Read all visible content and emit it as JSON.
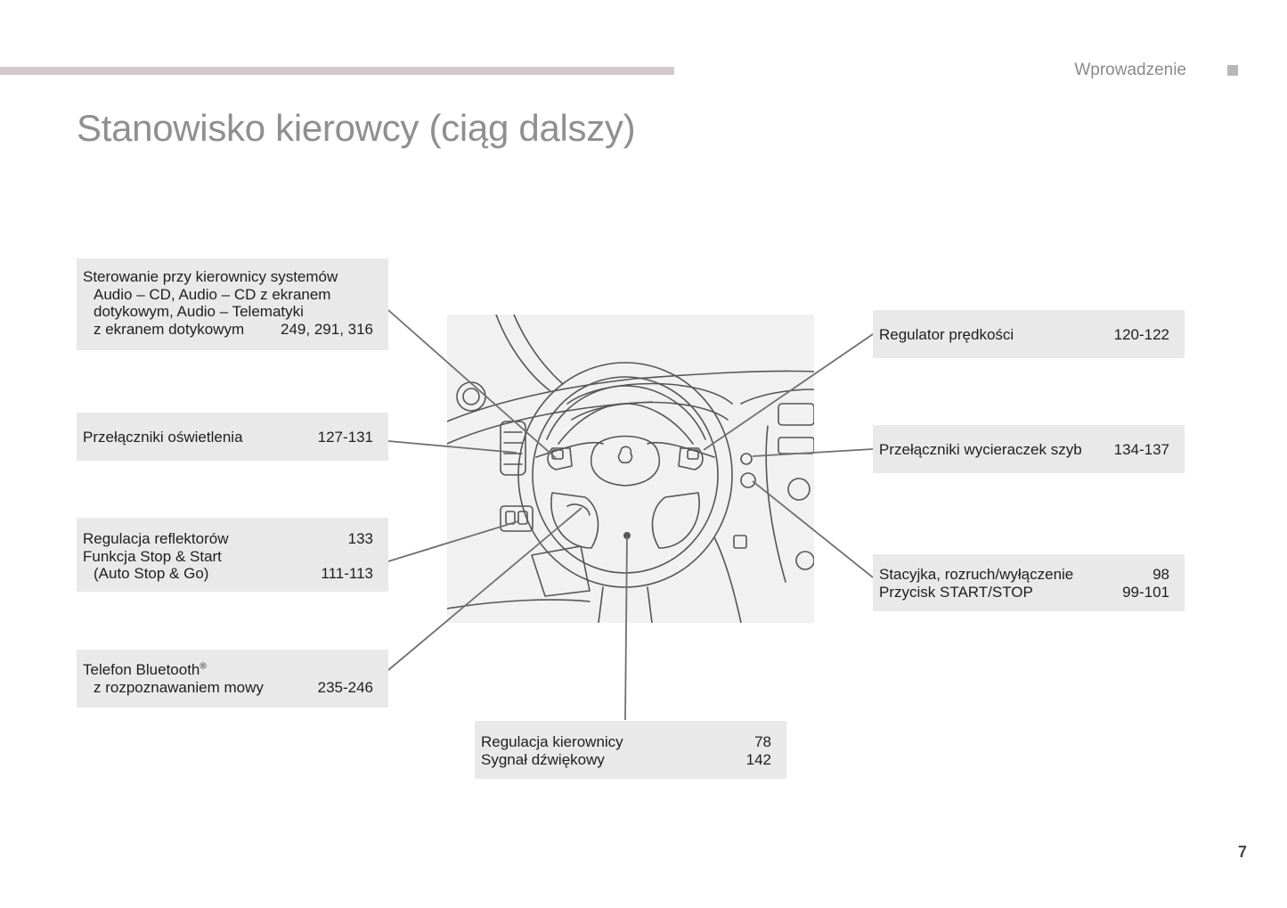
{
  "header": {
    "section": "Wprowadzenie"
  },
  "title": "Stanowisko kierowcy (ciąg dalszy)",
  "callouts": {
    "audio": {
      "line1": "Sterowanie przy kierownicy systemów",
      "line2": "Audio – CD, Audio – CD z ekranem",
      "line3": "dotykowym, Audio – Telematyki",
      "line4": "z ekranem dotykowym",
      "pages": "249, 291, 316"
    },
    "lighting": {
      "label": "Przełączniki oświetlenia",
      "pages": "127-131"
    },
    "headlamp": {
      "label1": "Regulacja reflektorów",
      "pages1": "133",
      "label2": "Funkcja Stop & Start",
      "label3": "(Auto Stop & Go)",
      "pages3": "111-113"
    },
    "bluetooth": {
      "label1": "Telefon Bluetooth",
      "reg": "®",
      "label2": "z rozpoznawaniem mowy",
      "pages": "235-246"
    },
    "steering": {
      "label1": "Regulacja kierownicy",
      "pages1": "78",
      "label2": "Sygnał dźwiękowy",
      "pages2": "142"
    },
    "cruise": {
      "label": "Regulator prędkości",
      "pages": "120-122"
    },
    "wipers": {
      "label": "Przełączniki wycieraczek szyb",
      "pages": "134-137"
    },
    "ignition": {
      "label1": "Stacyjka, rozruch/wyłączenie",
      "pages1": "98",
      "label2": "Przycisk START/STOP",
      "pages2": "99-101"
    }
  },
  "page_number": "7",
  "colors": {
    "rule": "#d2c9cb",
    "callout_bg": "#e9e9e9",
    "title": "#8f8f8f",
    "leader": "#707070"
  }
}
